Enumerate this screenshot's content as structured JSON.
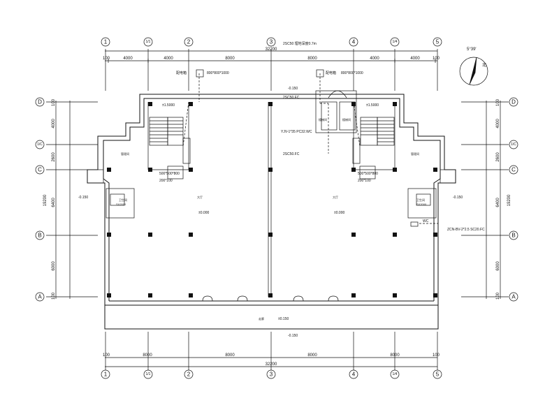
{
  "axes": {
    "columns": [
      "1",
      "1/1",
      "2",
      "3",
      "4",
      "1/4",
      "5"
    ],
    "rows": [
      "D",
      "1/C",
      "C",
      "B",
      "A"
    ]
  },
  "dimensions": {
    "top_segments": [
      "100",
      "4000",
      "4000",
      "8000",
      "8000",
      "4000",
      "4000",
      "100"
    ],
    "top_total": "32200",
    "bottom_segments": [
      "100",
      "8000",
      "8000",
      "8000",
      "8000",
      "100"
    ],
    "bottom_total": "32200",
    "left_segments": [
      "100",
      "4000",
      "2600",
      "6400",
      "6000",
      "100"
    ],
    "left_total": "19200",
    "right_segments": [
      "100",
      "4000",
      "2600",
      "6400",
      "6000",
      "100"
    ],
    "right_total": "19200"
  },
  "north": {
    "label": "北",
    "angle": "5°39′"
  },
  "annotations": {
    "entry_note": "2SC50 埋地深度0.7m",
    "box_left": "800*800*1000",
    "box_right": "800*800*1000",
    "box_left_prefix": "配电箱",
    "box_right_prefix": "配电箱",
    "level_main_left": "±0.000",
    "level_main_right": "±0.000",
    "level_stair_left": "±1.5000",
    "level_stair_right": "±1.5000",
    "level_outside_top": "-0.150",
    "level_outside_left": "-0.150",
    "level_outside_right": "-0.150",
    "level_outside_bottom": "-0.150",
    "level_canopy": "±0.150",
    "cable_1": "2SC50.FC",
    "cable_2": "YJV-1*35 PC32.WC",
    "cable_3": "2SC50.FC",
    "cable_4": "WC",
    "cable_5": "ZCN-BV-2*2.5 SC20.FC",
    "panel_left_size": "500*500*800",
    "panel_left_sub": "200*100",
    "panel_right_size": "500*500*800",
    "panel_right_sub": "200*100",
    "hall_left": "大厅",
    "hall_right": "大厅",
    "stair_room_left": "楼梯间",
    "stair_room_right": "楼梯间",
    "side_room_left": "管理间",
    "side_room_right": "管理间",
    "corridor": "走廊",
    "wc_left": "卫生间",
    "wc_right": "卫生间",
    "wc_left_code": "SX2000",
    "wc_right_code": "SX2000"
  }
}
